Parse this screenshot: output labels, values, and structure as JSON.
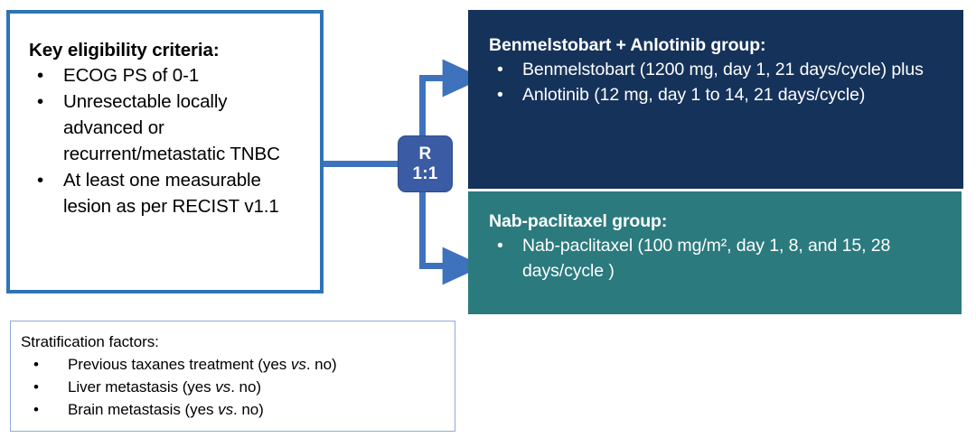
{
  "colors": {
    "eligibility_border": "#2E74B5",
    "connector_blue": "#3E72BD",
    "randomisation_fill": "#3B5BA5",
    "experimental_arm_fill": "#15325A",
    "control_arm_fill": "#2B7A7E",
    "stratification_border": "#8FAADC",
    "text_dark": "#000000",
    "text_light": "#FFFFFF"
  },
  "eligibility": {
    "title": "Key eligibility criteria:",
    "bullet_glyph": "•",
    "items": [
      "ECOG PS of 0-1",
      "Unresectable locally advanced or recurrent/metastatic TNBC",
      "At least one measurable lesion as per RECIST v1.1"
    ]
  },
  "stratification": {
    "title": "Stratification factors:",
    "bullet_glyph": "•",
    "items": [
      {
        "pre": "Previous taxanes treatment (yes ",
        "em": "vs",
        "post": ". no)"
      },
      {
        "pre": "Liver metastasis (yes ",
        "em": "vs",
        "post": ". no)"
      },
      {
        "pre": "Brain metastasis (yes ",
        "em": "vs",
        "post": ". no)"
      }
    ]
  },
  "randomisation": {
    "label": "R",
    "ratio": "1:1"
  },
  "arms": [
    {
      "key": "experimental",
      "title": "Benmelstobart + Anlotinib group:",
      "bullet_glyph": "•",
      "items": [
        "Benmelstobart (1200 mg, day 1, 21 days/cycle) plus",
        "Anlotinib (12 mg, day 1 to 14, 21 days/cycle)"
      ]
    },
    {
      "key": "control",
      "title": "Nab-paclitaxel group:",
      "bullet_glyph": "•",
      "items": [
        "Nab-paclitaxel (100 mg/m², day 1, 8, and 15, 28 days/cycle  )"
      ]
    }
  ]
}
